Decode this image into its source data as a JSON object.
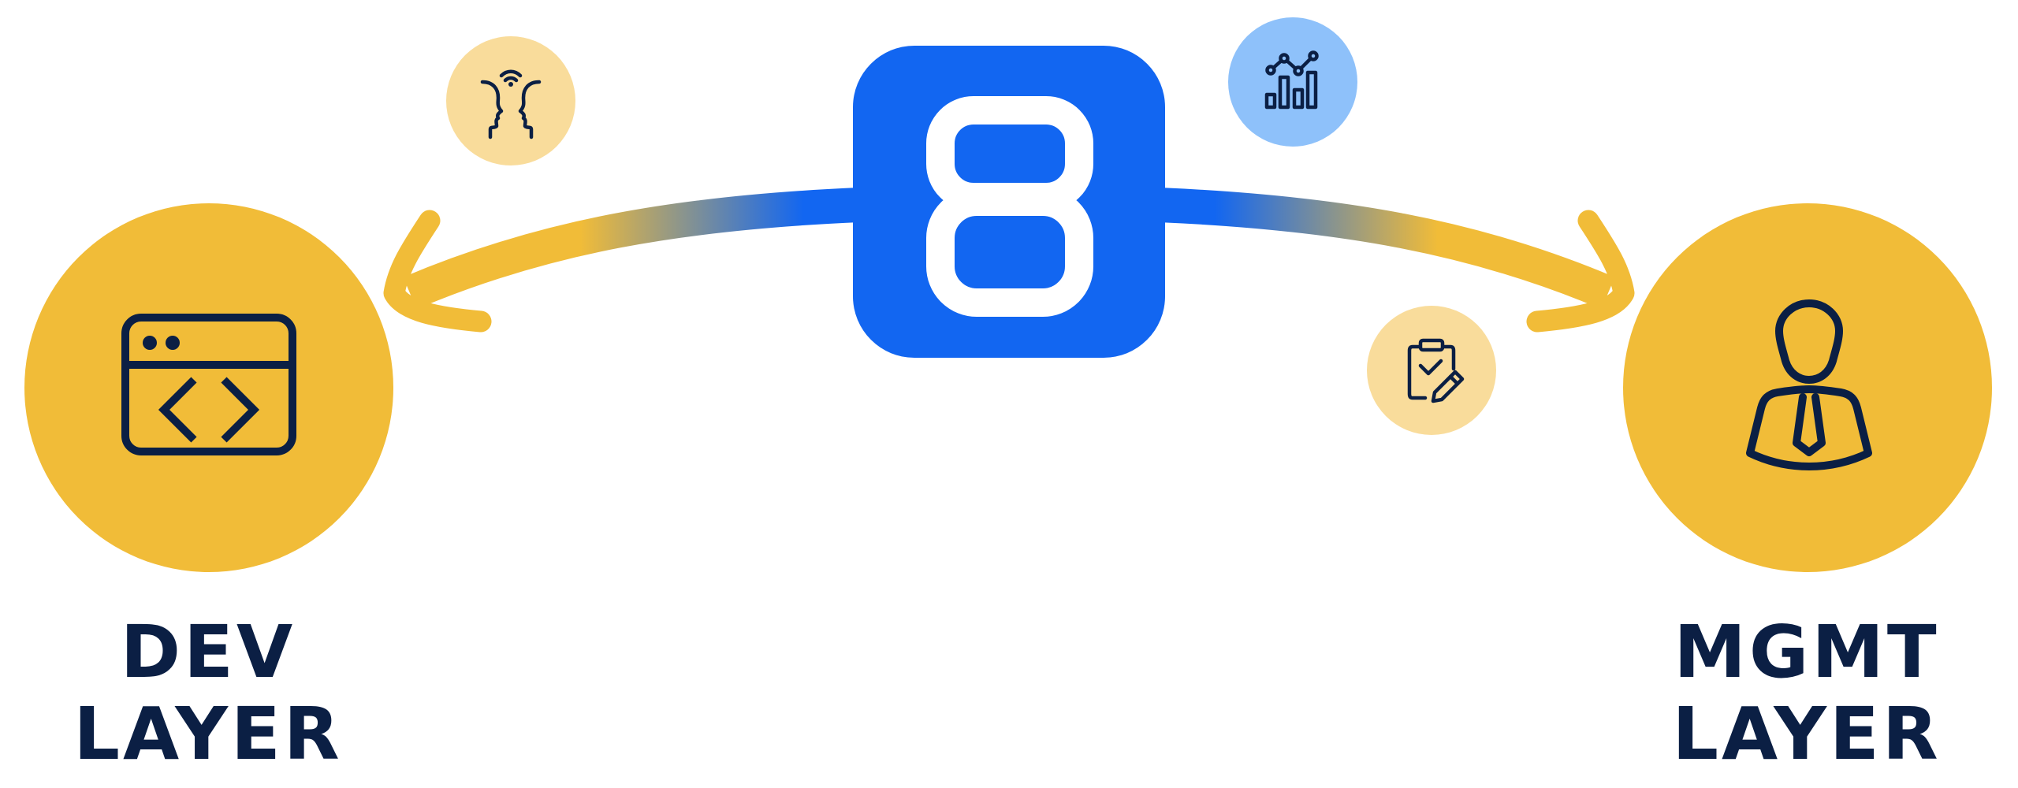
{
  "colors": {
    "brand_blue": "#1266f1",
    "layer_yellow": "#f1bc38",
    "pale_yellow": "#f9dc9b",
    "light_blue": "#8ec1fa",
    "navy": "#0b1f44",
    "white": "#ffffff"
  },
  "center": {
    "glyph": "8",
    "icon": "brand-logo-8-icon"
  },
  "dev_layer": {
    "line1": "DEV",
    "line2": "LAYER",
    "icon": "code-window-icon"
  },
  "mgmt_layer": {
    "line1": "MGMT",
    "line2": "LAYER",
    "icon": "business-person-icon"
  },
  "badges": {
    "collaboration": "two-faces-wifi-icon",
    "analytics": "analytics-chart-icon",
    "approval": "clipboard-check-icon"
  },
  "connectors": {
    "left_direction": "to dev layer",
    "right_direction": "to mgmt layer"
  }
}
